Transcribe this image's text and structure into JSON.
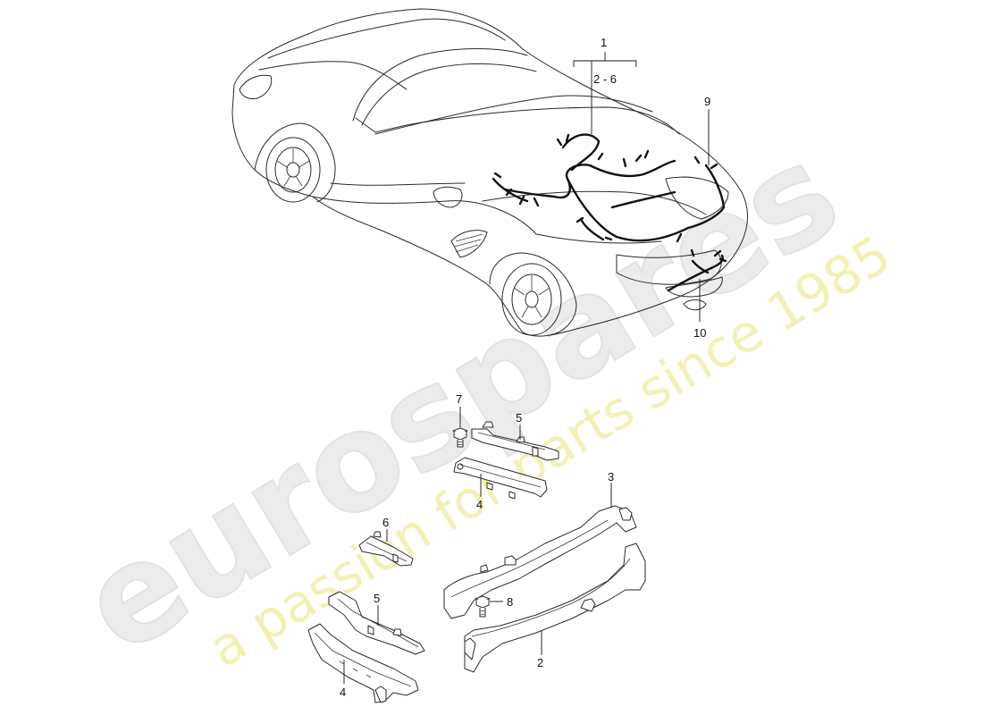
{
  "watermark": {
    "brand": "eurospares",
    "tagline": "a passion for parts since 1985"
  },
  "callouts": {
    "c1": "1",
    "c2_6": "2 - 6",
    "c9": "9",
    "c10": "10",
    "c7": "7",
    "c5a": "5",
    "c4a": "4",
    "c3": "3",
    "c6": "6",
    "c5b": "5",
    "c8": "8",
    "c4b": "4",
    "c2": "2"
  },
  "colors": {
    "watermark_text": "#ececec",
    "watermark_tagline": "#f3f0b4",
    "line_art": "#2a2a2a",
    "wiring": "#111111"
  }
}
